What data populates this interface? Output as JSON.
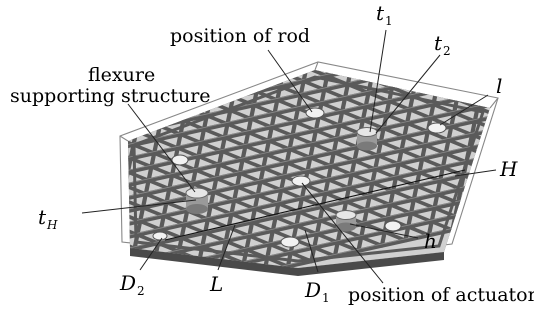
{
  "labels": {
    "rod": "position of rod",
    "flexure_line1": "flexure",
    "flexure_line2": "supporting structure",
    "t1": "t",
    "t1_sub": "1",
    "t2": "t",
    "t2_sub": "2",
    "l": "l",
    "H": "H",
    "tH": "t",
    "tH_sub": "H",
    "h": "h",
    "D2": "D",
    "D2_sub": "2",
    "L": "L",
    "D1": "D",
    "D1_sub": "1",
    "actuator": "position of actuator"
  },
  "colors": {
    "ribs": "#5a5a5a",
    "rib_highlight": "#d0d0d0",
    "frame": "#6b6b6b",
    "outline": "#888888",
    "hole": "#f2f2f2",
    "leader": "#222222"
  }
}
